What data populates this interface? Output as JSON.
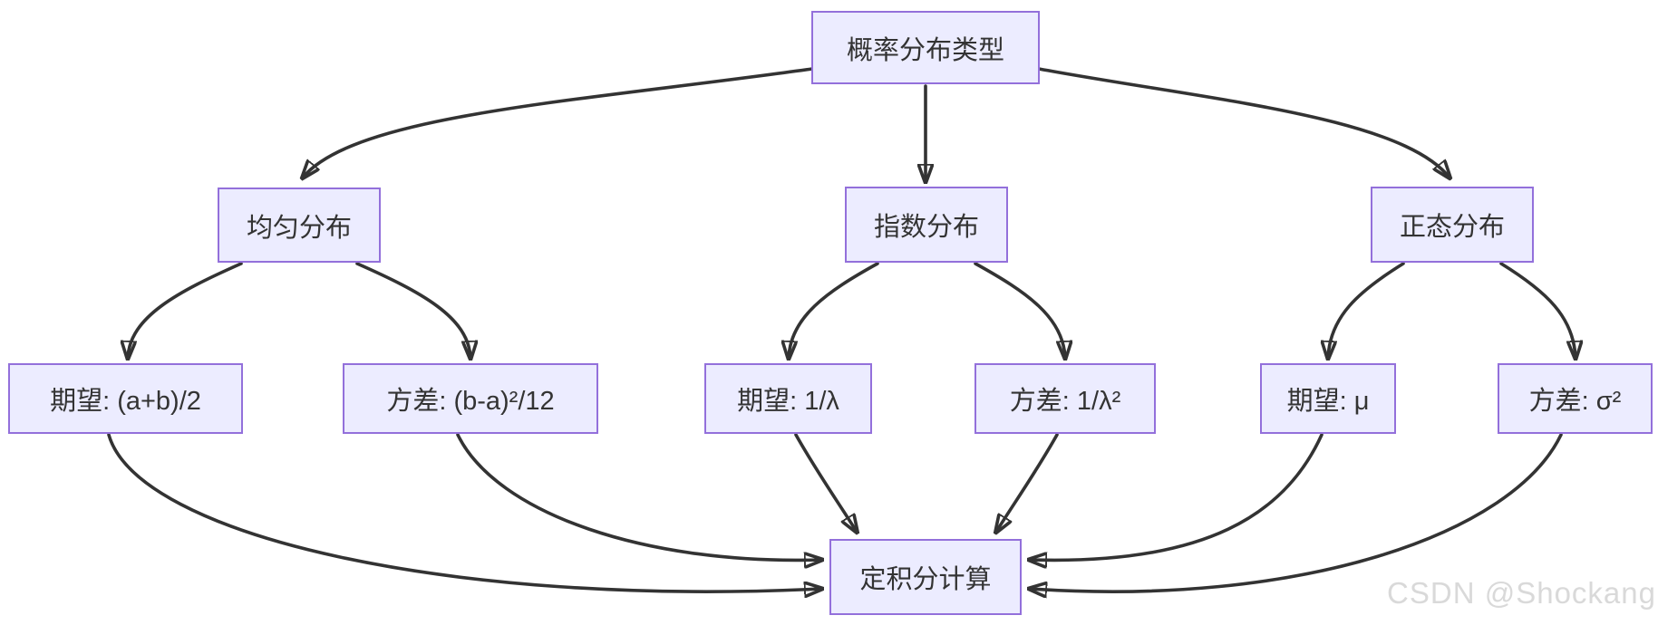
{
  "diagram": {
    "type": "flowchart",
    "nodes": {
      "root": {
        "label": "概率分布类型"
      },
      "uniform": {
        "label": "均匀分布"
      },
      "exponential": {
        "label": "指数分布"
      },
      "normal": {
        "label": "正态分布"
      },
      "uniform_mean": {
        "label": "期望: (a+b)/2"
      },
      "uniform_var": {
        "label": "方差: (b-a)²/12"
      },
      "exp_mean": {
        "label": "期望: 1/λ"
      },
      "exp_var": {
        "label": "方差: 1/λ²"
      },
      "normal_mean": {
        "label": "期望: μ"
      },
      "normal_var": {
        "label": "方差: σ²"
      },
      "integral": {
        "label": "定积分计算"
      }
    },
    "edges": [
      {
        "from": "root",
        "to": "uniform"
      },
      {
        "from": "root",
        "to": "exponential"
      },
      {
        "from": "root",
        "to": "normal"
      },
      {
        "from": "uniform",
        "to": "uniform_mean"
      },
      {
        "from": "uniform",
        "to": "uniform_var"
      },
      {
        "from": "exponential",
        "to": "exp_mean"
      },
      {
        "from": "exponential",
        "to": "exp_var"
      },
      {
        "from": "normal",
        "to": "normal_mean"
      },
      {
        "from": "normal",
        "to": "normal_var"
      },
      {
        "from": "uniform_mean",
        "to": "integral"
      },
      {
        "from": "uniform_var",
        "to": "integral"
      },
      {
        "from": "exp_mean",
        "to": "integral"
      },
      {
        "from": "exp_var",
        "to": "integral"
      },
      {
        "from": "normal_mean",
        "to": "integral"
      },
      {
        "from": "normal_var",
        "to": "integral"
      }
    ],
    "colors": {
      "node_fill": "#ECECFF",
      "node_border": "#9370DB",
      "edge": "#333333",
      "text": "#333333",
      "watermark": "#D9D9D9",
      "background": "#FFFFFF"
    }
  },
  "watermark": {
    "text": "CSDN @Shockang"
  }
}
